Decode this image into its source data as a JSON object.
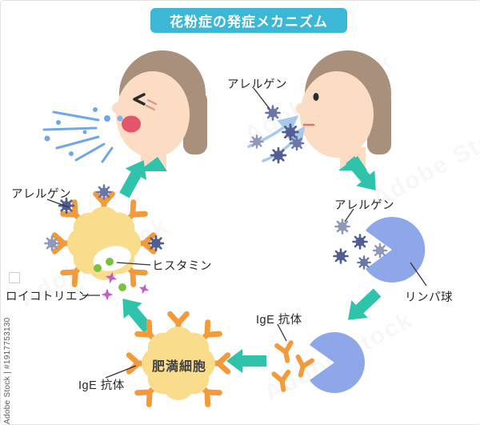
{
  "title": "花粉症の発症メカニズム",
  "labels": {
    "allergen_top": "アレルゲン",
    "allergen_right": "アレルゲン",
    "allergen_left": "アレルゲン",
    "lymphocyte": "リンパ球",
    "ige_right": "IgE 抗体",
    "ige_left": "IgE 抗体",
    "mast_cell": "肥満細胞",
    "histamine": "ヒスタミン",
    "leukotriene": "ロイコトリエン"
  },
  "watermark": {
    "side_text": "Adobe Stock | #1917753130",
    "diagonal_text": "Adobe Stock"
  },
  "colors": {
    "title_bg": "#3cb8d6",
    "arrow_teal": "#2fc3ac",
    "cell_blue": "#8ea7e9",
    "allergen_dark": "#515e94",
    "allergen_mid": "#6b77a6",
    "allergen_light": "#8d98bb",
    "mast_yellow": "#f9dd8d",
    "antibody_orange": "#f39a3a",
    "histamine_green": "#7cc13e",
    "leukotriene_purple": "#c05ccc",
    "skin": "#fcdcc2",
    "hair": "#a8907c",
    "mouth_red": "#e2556a",
    "droplet_blue": "#6fa8ea",
    "inhale_arrow_blue": "#a8c9ec",
    "label_text": "#262626"
  }
}
